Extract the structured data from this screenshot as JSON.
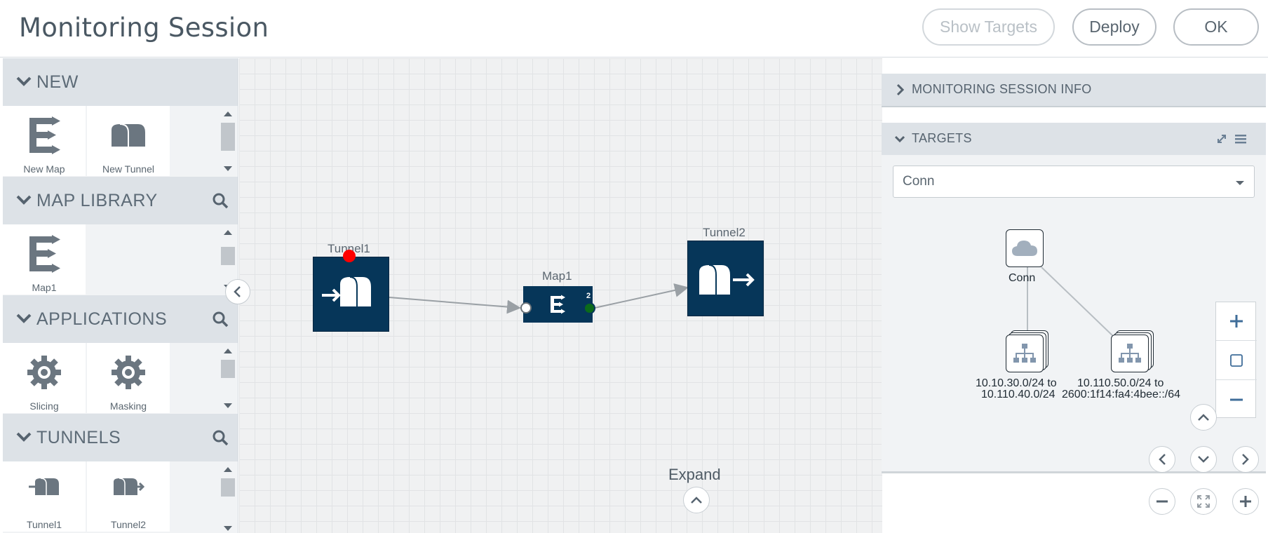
{
  "header": {
    "title": "Monitoring Session",
    "buttons": {
      "show_targets": "Show Targets",
      "deploy": "Deploy",
      "ok": "OK"
    }
  },
  "sidebar": {
    "new": {
      "title": "NEW",
      "items": [
        "New Map",
        "New Tunnel"
      ]
    },
    "map_library": {
      "title": "MAP LIBRARY",
      "items": [
        "Map1"
      ]
    },
    "applications": {
      "title": "APPLICATIONS",
      "items": [
        "Slicing",
        "Masking"
      ]
    },
    "tunnels": {
      "title": "TUNNELS",
      "items": [
        "Tunnel1",
        "Tunnel2"
      ]
    }
  },
  "canvas": {
    "nodes": {
      "tunnel1": "Tunnel1",
      "map1": "Map1",
      "map1_port_count": "2",
      "tunnel2": "Tunnel2"
    },
    "expand_label": "Expand"
  },
  "right_panel": {
    "info_title": "MONITORING SESSION INFO",
    "targets_title": "TARGETS",
    "select_value": "Conn",
    "targets": {
      "conn": "Conn",
      "net1_line1": "10.10.30.0/24 to",
      "net1_line2": "10.110.40.0/24",
      "net2_line1": "10.110.50.0/24 to",
      "net2_line2": "2600:1f14:fa4:4bee::/64"
    }
  },
  "colors": {
    "node_fill": "#063659",
    "error_port": "#ff0000",
    "ok_port": "#0b6b1a",
    "header_bg": "#dde2e7"
  }
}
